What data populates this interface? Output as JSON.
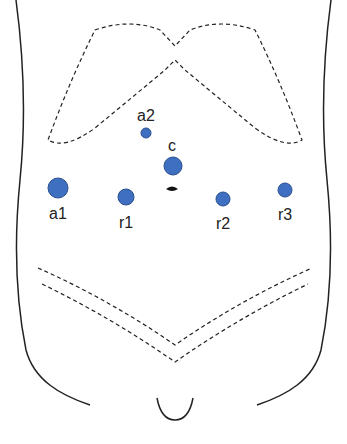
{
  "diagram": {
    "labels": [
      "a2",
      "c",
      "a1",
      "r1",
      "r2",
      "r3"
    ]
  }
}
